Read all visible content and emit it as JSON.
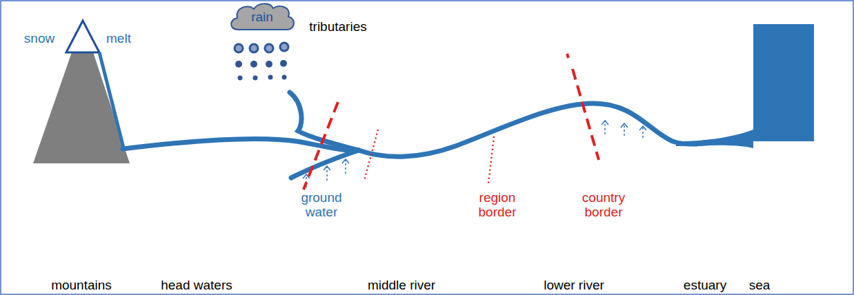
{
  "diagram": {
    "nodes": [
      {
        "text": [
          "rain"
        ]
      }
    ],
    "labels": [
      "snow",
      "melt",
      "tributaries",
      "ground water",
      "region border",
      "country border",
      "mountains",
      "head waters",
      "middle river",
      "lower river",
      "estuary",
      "sea"
    ]
  }
}
